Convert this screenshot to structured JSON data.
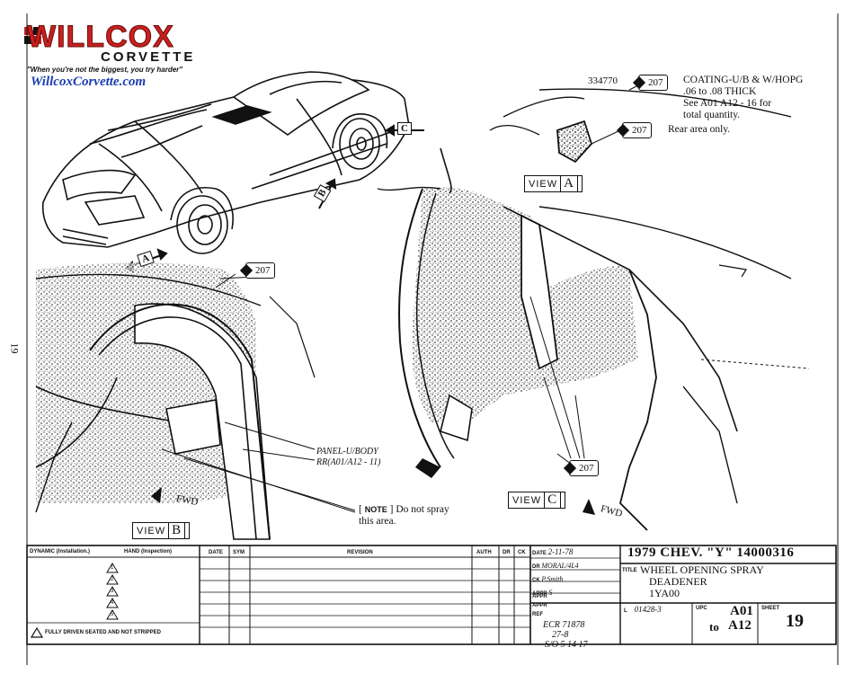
{
  "logo": {
    "brand": "WILLCOX",
    "sub": "CORVETTE",
    "tagline": "\"When you're not the biggest, you try harder\"",
    "url": "WillcoxCorvette.com"
  },
  "side_page_number": "19",
  "callouts": {
    "part_number": "334770",
    "coating_ref": "207",
    "coating_text": "COATING-U/B & W/HOPG",
    "thickness": ".06 to .08 THICK",
    "see_text": "See A01  A12 - 16 for",
    "total_text": "total quantity.",
    "rear_ref": "207",
    "rear_text": "Rear area only.",
    "view_b_ref": "207",
    "view_c_ref": "207",
    "panel_text_1": "PANEL-U/BODY",
    "panel_text_2": "RR(A01/A12 - 11)",
    "note_label": "NOTE",
    "note_text_1": "Do not spray",
    "note_text_2": "this area.",
    "fwd_b": "FWD",
    "fwd_c": "FWD"
  },
  "views": {
    "a_word": "VIEW",
    "a_letter": "A",
    "b_word": "VIEW",
    "b_letter": "B",
    "c_word": "VIEW",
    "c_letter": "C"
  },
  "arrows": {
    "a": "A",
    "b": "B",
    "c": "C"
  },
  "title_block": {
    "dynamic_label": "DYNAMIC (Installation.)",
    "hand_label": "HAND (Inspection)",
    "date_col": "DATE",
    "sym_col": "SYM",
    "revision_col": "REVISION",
    "auth_col": "AUTH",
    "dr_col": "DR",
    "ck_col": "CK",
    "foot_note": "FULLY DRIVEN  SEATED AND NOT STRIPPED",
    "triangle_numbers": [
      "1",
      "2",
      "3",
      "4",
      "5"
    ],
    "date_label": "DATE",
    "date_value": "2-11-78",
    "dr_label": "DR",
    "dr_value": "MORAL/4L4",
    "ck_label": "CK",
    "ck_value": "P.Smith",
    "appr1_label": "APPR",
    "appr1_value": "S",
    "appr2_label": "APPR",
    "appr3_label": "APPR",
    "ref_label": "REF",
    "ref_line1": "ECR 71878",
    "ref_line2": "27-8",
    "ref_line3": "S/O 5 14 17",
    "l_label": "L",
    "l_value": "01428-3",
    "header_title": "1979 CHEV. \"Y\" 14000316",
    "title_label": "TITLE",
    "title_line1": "WHEEL OPENING SPRAY",
    "title_line2": "DEADENER",
    "title_line3": "1YA00",
    "upc_label": "UPC",
    "upc_from": "A01",
    "upc_to_word": "to",
    "upc_to": "A12",
    "sheet_label": "SHEET",
    "sheet_value": "19"
  }
}
